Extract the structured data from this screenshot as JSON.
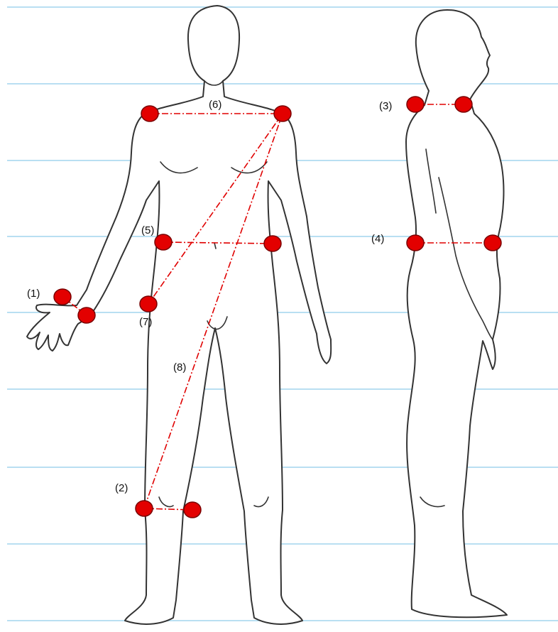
{
  "colors": {
    "guide_line": "#b9dff2",
    "outline": "#333333",
    "measure_line": "#e00000",
    "measure_point": "#e30000"
  },
  "labels": {
    "m1": "(1)",
    "m2": "(2)",
    "m3": "(3)",
    "m4": "(4)",
    "m5": "(5)",
    "m6": "(6)",
    "m7": "(7)",
    "m8": "(8)"
  }
}
